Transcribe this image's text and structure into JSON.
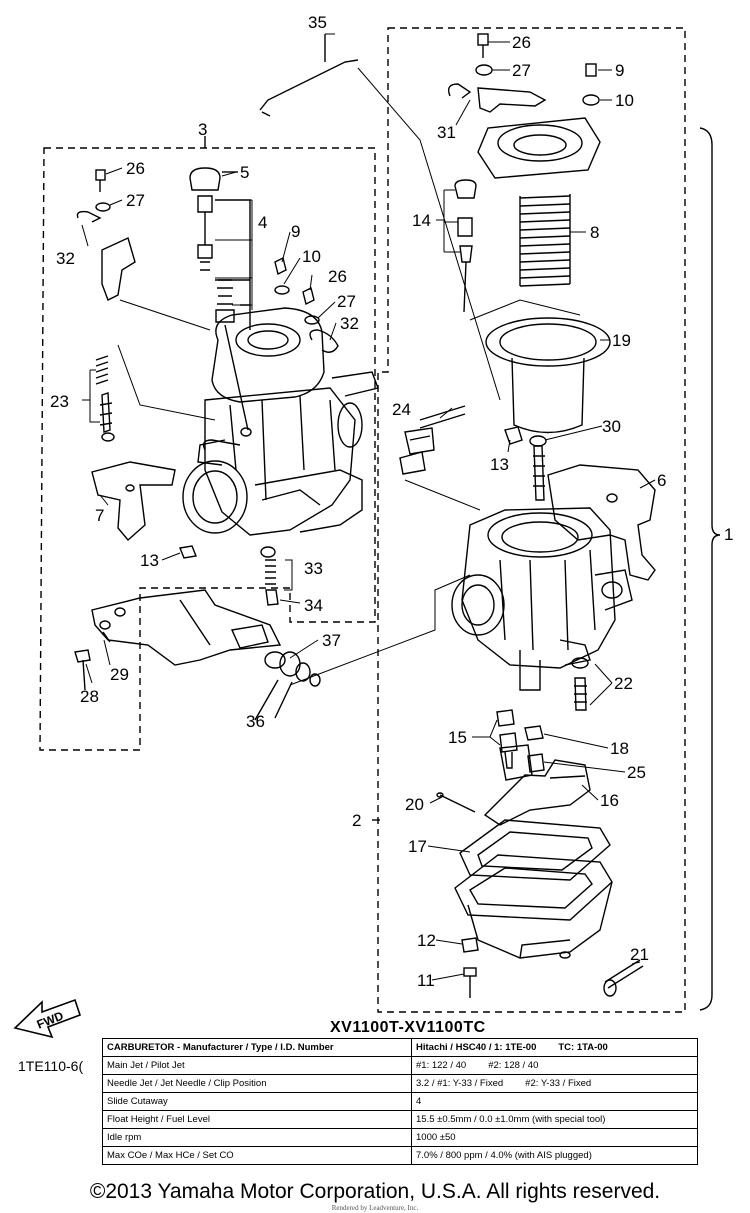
{
  "callouts": {
    "c1": "1",
    "c2": "2",
    "c3": "3",
    "c4": "4",
    "c5": "5",
    "c6": "6",
    "c7": "7",
    "c8": "8",
    "c9a": "9",
    "c9b": "9",
    "c10a": "10",
    "c10b": "10",
    "c11": "11",
    "c12": "12",
    "c13a": "13",
    "c13b": "13",
    "c14": "14",
    "c15": "15",
    "c16": "16",
    "c17": "17",
    "c18": "18",
    "c19": "19",
    "c20": "20",
    "c21": "21",
    "c22": "22",
    "c23": "23",
    "c24": "24",
    "c25": "25",
    "c26a": "26",
    "c26b": "26",
    "c26c": "26",
    "c27a": "27",
    "c27b": "27",
    "c27c": "27",
    "c28": "28",
    "c29": "29",
    "c30": "30",
    "c31": "31",
    "c32a": "32",
    "c32b": "32",
    "c33": "33",
    "c34": "34",
    "c35": "35",
    "c36": "36",
    "c37": "37"
  },
  "model_title": "XV1100T-XV1100TC",
  "part_code": "1TE110-6(",
  "fwd_label": "FWD",
  "spec_table": {
    "header": {
      "label": "CARBURETOR - Manufacturer / Type / I.D. Number",
      "value_a": "Hitachi / HSC40 / 1: 1TE-00",
      "value_b": "TC: 1TA-00"
    },
    "rows": [
      {
        "label": "Main Jet / Pilot Jet",
        "value_a": "#1: 122 / 40",
        "value_b": "#2: 128 / 40"
      },
      {
        "label": "Needle Jet / Jet Needle / Clip Position",
        "value_a": "3.2 / #1: Y-33 / Fixed",
        "value_b": "#2: Y-33 / Fixed"
      },
      {
        "label": "Slide Cutaway",
        "value_a": "4",
        "value_b": ""
      },
      {
        "label": "Float Height / Fuel Level",
        "value_a": "15.5 ±0.5mm / 0.0 ±1.0mm (with special tool)",
        "value_b": ""
      },
      {
        "label": "Idle rpm",
        "value_a": "1000 ±50",
        "value_b": ""
      },
      {
        "label": "Max COe / Max HCe / Set CO",
        "value_a": "7.0% / 800 ppm / 4.0% (with AIS plugged)",
        "value_b": ""
      }
    ]
  },
  "copyright": "©2013 Yamaha Motor Corporation, U.S.A. All rights reserved.",
  "watermark": "Rendered by Leadventure, Inc."
}
